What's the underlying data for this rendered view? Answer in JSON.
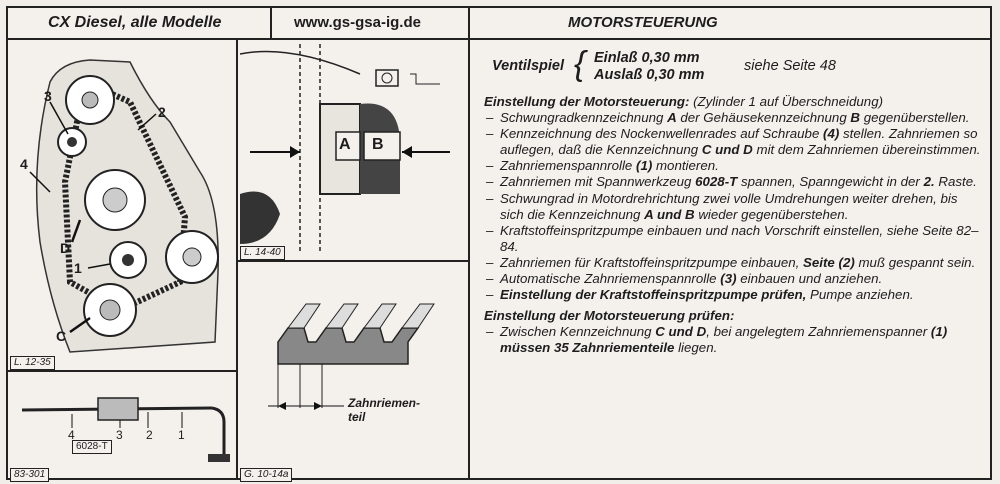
{
  "header": {
    "title_left": "CX Diesel, alle Modelle",
    "url": "www.gs-gsa-ig.de",
    "title_right": "MOTORSTEUERUNG"
  },
  "figures": {
    "fig1": {
      "label": "L. 12-35",
      "callouts": [
        "3",
        "2",
        "4",
        "D",
        "1",
        "C"
      ]
    },
    "fig2": {
      "label": "83-301",
      "tool_label": "6028-T",
      "callouts": [
        "4",
        "3",
        "2",
        "1"
      ]
    },
    "fig3": {
      "label": "L. 14-40",
      "mark_a": "A",
      "mark_b": "B"
    },
    "fig4": {
      "label": "G. 10-14a",
      "caption_line1": "Zahnriemen-",
      "caption_line2": "teil"
    }
  },
  "ventilspiel": {
    "label": "Ventilspiel",
    "einlass": "Einlaß 0,30 mm",
    "auslass": "Auslaß 0,30 mm",
    "ref": "siehe Seite 48"
  },
  "section1": {
    "title": "Einstellung der Motorsteuerung:",
    "title_note": " (Zylinder 1 auf Überschneidung)",
    "steps": [
      [
        "Schwungradkennzeichnung ",
        "A",
        " der Gehäusekennzeichnung ",
        "B",
        " gegenüberstellen."
      ],
      [
        "Kennzeichnung des Nockenwellenrades auf Schraube ",
        "(4)",
        " stellen. Zahnriemen so auflegen, daß die Kennzeichnung ",
        "C und D",
        " mit dem Zahnriemen übereinstimmen."
      ],
      [
        "Zahnriemenspannrolle ",
        "(1)",
        " montieren."
      ],
      [
        "Zahnriemen mit Spannwerkzeug ",
        "6028-T",
        " spannen, Spanngewicht in der ",
        "2.",
        " Raste."
      ],
      [
        "Schwungrad in Motordrehrichtung zwei volle Umdrehungen weiter drehen, bis sich die Kennzeichnung ",
        "A und B",
        " wieder gegenüberstehen."
      ],
      [
        "Kraftstoffeinspritzpumpe einbauen und nach Vorschrift einstellen, siehe Seite 82–84.",
        "",
        "",
        "",
        ""
      ],
      [
        "Zahnriemen für Kraftstoffeinspritzpumpe einbauen, ",
        "Seite (2)",
        " muß gespannt sein.",
        "",
        ""
      ],
      [
        "Automatische Zahnriemenspannrolle ",
        "(3)",
        " einbauen und anziehen.",
        "",
        ""
      ],
      [
        "",
        "Einstellung der Kraftstoffeinspritzpumpe prüfen,",
        " Pumpe anziehen.",
        "",
        ""
      ]
    ]
  },
  "section2": {
    "title": "Einstellung der Motorsteuerung prüfen:",
    "steps": [
      [
        "Zwischen Kennzeichnung ",
        "C und D",
        ", bei angelegtem Zahnriemenspanner ",
        "(1)",
        " ",
        "müssen 35 Zahnriementeile",
        " liegen."
      ]
    ]
  }
}
